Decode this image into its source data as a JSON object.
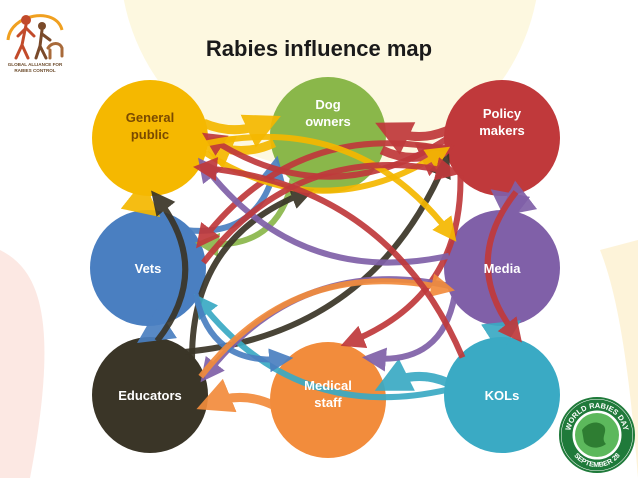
{
  "title": "Rabies influence map",
  "logo": {
    "text": "GLOBAL ALLIANCE FOR RABIES CONTROL"
  },
  "badge": {
    "top_text": "WORLD RABIES DAY",
    "bottom_text": "SEPTEMBER 28"
  },
  "nodes": [
    {
      "id": "general_public",
      "label": "General\npublic",
      "color": "#f5b800",
      "text_color": "#7a4a00"
    },
    {
      "id": "dog_owners",
      "label": "Dog\nowners",
      "color": "#8ab74a",
      "text_color": "#ffffff"
    },
    {
      "id": "policy_makers",
      "label": "Policy\nmakers",
      "color": "#c0393b",
      "text_color": "#ffffff"
    },
    {
      "id": "vets",
      "label": "Vets",
      "color": "#4a7fc1",
      "text_color": "#ffffff"
    },
    {
      "id": "media",
      "label": "Media",
      "color": "#8060a8",
      "text_color": "#ffffff"
    },
    {
      "id": "educators",
      "label": "Educators",
      "color": "#3a3527",
      "text_color": "#ffffff"
    },
    {
      "id": "medical_staff",
      "label": "Medical\nstaff",
      "color": "#f28c3c",
      "text_color": "#ffffff"
    },
    {
      "id": "kols",
      "label": "KOLs",
      "color": "#3aaac4",
      "text_color": "#ffffff"
    }
  ],
  "edges": [
    {
      "from": "general_public",
      "to": "dog_owners",
      "color": "#f5b800"
    },
    {
      "from": "dog_owners",
      "to": "general_public",
      "color": "#f5b800"
    },
    {
      "from": "general_public",
      "to": "vets",
      "color": "#f5b800"
    },
    {
      "from": "policy_makers",
      "to": "dog_owners",
      "color": "#c0393b"
    },
    {
      "from": "dog_owners",
      "to": "policy_makers",
      "color": "#c0393b"
    },
    {
      "from": "dog_owners",
      "to": "vets",
      "color": "#8ab74a"
    },
    {
      "from": "vets",
      "to": "dog_owners",
      "color": "#4a7fc1"
    },
    {
      "from": "vets",
      "to": "educators",
      "color": "#4a7fc1"
    },
    {
      "from": "educators",
      "to": "general_public",
      "color": "#3a3527"
    },
    {
      "from": "educators",
      "to": "dog_owners",
      "color": "#3a3527"
    },
    {
      "from": "educators",
      "to": "policy_makers",
      "color": "#3a3527"
    },
    {
      "from": "policy_makers",
      "to": "media",
      "color": "#8060a8"
    },
    {
      "from": "media",
      "to": "policy_makers",
      "color": "#8060a8"
    },
    {
      "from": "kols",
      "to": "media",
      "color": "#3aaac4"
    },
    {
      "from": "kols",
      "to": "medical_staff",
      "color": "#3aaac4"
    },
    {
      "from": "kols",
      "to": "vets",
      "color": "#3aaac4"
    },
    {
      "from": "medical_staff",
      "to": "educators",
      "color": "#f28c3c"
    },
    {
      "from": "policy_makers",
      "to": "general_public",
      "color": "#c0393b"
    },
    {
      "from": "policy_makers",
      "to": "vets",
      "color": "#c0393b"
    },
    {
      "from": "policy_makers",
      "to": "medical_staff",
      "color": "#c0393b"
    },
    {
      "from": "policy_makers",
      "to": "kols",
      "color": "#c0393b"
    },
    {
      "from": "media",
      "to": "general_public",
      "color": "#8060a8"
    },
    {
      "from": "media",
      "to": "educators",
      "color": "#8060a8"
    },
    {
      "from": "media",
      "to": "medical_staff",
      "color": "#8060a8"
    },
    {
      "from": "general_public",
      "to": "policy_makers",
      "color": "#f5b800"
    },
    {
      "from": "general_public",
      "to": "media",
      "color": "#f5b800"
    },
    {
      "from": "vets",
      "to": "medical_staff",
      "color": "#4a7fc1"
    },
    {
      "from": "educators",
      "to": "media",
      "color": "#f28c3c"
    },
    {
      "from": "kols",
      "to": "general_public",
      "color": "#c0393b"
    },
    {
      "from": "vets",
      "to": "policy_makers",
      "color": "#c0393b"
    }
  ]
}
